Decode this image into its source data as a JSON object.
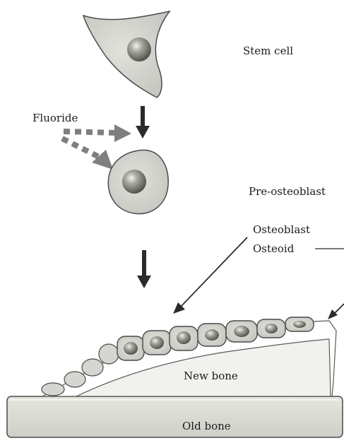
{
  "labels": {
    "stem_cell": "Stem cell",
    "fluoride": "Fluoride",
    "pre_osteoblast": "Pre-osteoblast",
    "osteoblast": "Osteoblast",
    "osteoid": "Osteoid",
    "new_bone": "New bone",
    "old_bone": "Old bone"
  },
  "colors": {
    "cell_fill": "#d6d6d0",
    "cell_outline": "#4a4a4a",
    "nucleus": "#9a9a92",
    "arrow": "#2b2b2b",
    "fluoride_arrow": "#7f7f7f",
    "old_bone_fill": "#dcdcd6",
    "new_bone_fill": "#f1f1ee",
    "osteoid_fill": "#ffffff"
  }
}
